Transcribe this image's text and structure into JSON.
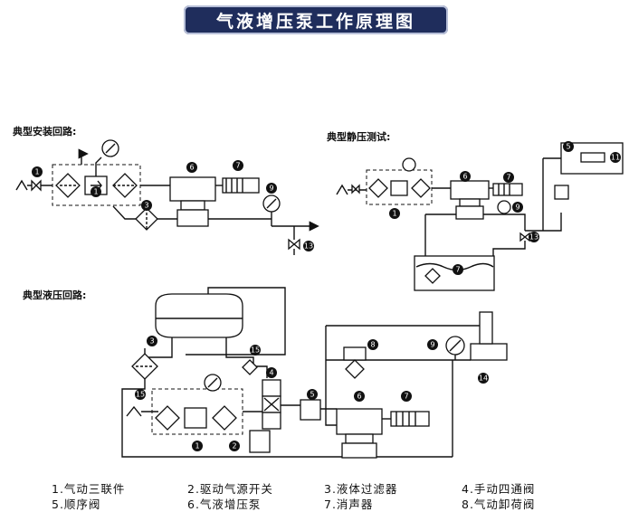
{
  "title": "气液增压泵工作原理图",
  "sections": {
    "install": "典型安装回路:",
    "static_test": "典型静压测试:",
    "hydraulic": "典型液压回路:"
  },
  "legend": [
    {
      "text": "1.气动三联件"
    },
    {
      "text": "2.驱动气源开关"
    },
    {
      "text": "3.液体过滤器"
    },
    {
      "text": "4.手动四通阀"
    },
    {
      "text": "5.顺序阀"
    },
    {
      "text": "6.气液增压泵"
    },
    {
      "text": "7.消声器"
    },
    {
      "text": "8.气动卸荷阀"
    }
  ],
  "markers": [
    "1",
    "2",
    "3",
    "5",
    "6",
    "7",
    "8",
    "9",
    "11",
    "13",
    "14",
    "15"
  ]
}
